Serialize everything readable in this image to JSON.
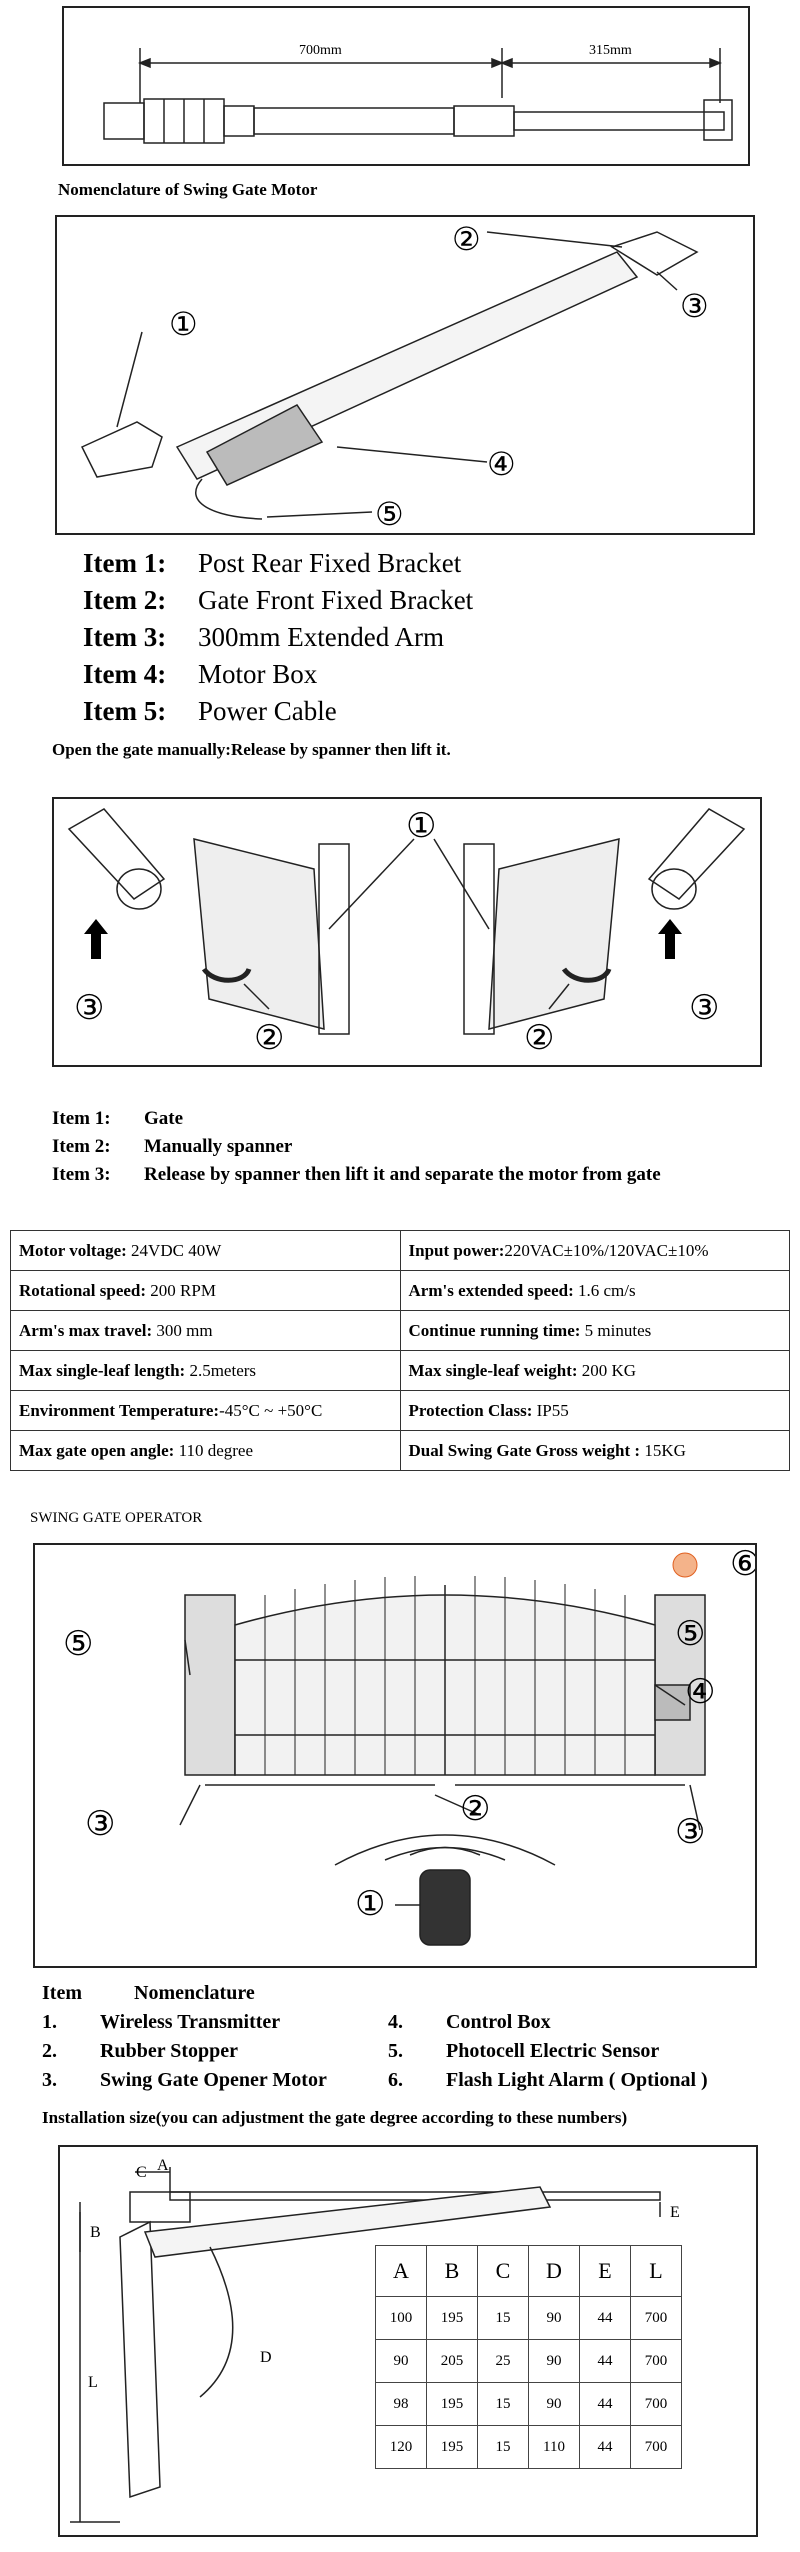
{
  "section1": {
    "dim_left": "700mm",
    "dim_right": "315mm",
    "caption": "Nomenclature of Swing Gate Motor"
  },
  "section2": {
    "callouts": [
      "①",
      "②",
      "③",
      "④",
      "⑤"
    ],
    "items": [
      {
        "key": "Item 1:",
        "value": "Post Rear Fixed Bracket"
      },
      {
        "key": "Item 2:",
        "value": "Gate Front Fixed Bracket"
      },
      {
        "key": "Item 3:",
        "value": "300mm Extended Arm"
      },
      {
        "key": "Item 4:",
        "value": "Motor Box"
      },
      {
        "key": "Item 5:",
        "value": "Power Cable"
      }
    ],
    "caption": "Open the gate manually:Release by spanner then lift it."
  },
  "section3": {
    "callouts": [
      "①",
      "②",
      "③"
    ],
    "items": [
      {
        "key": "Item 1:",
        "value": "Gate"
      },
      {
        "key": "Item 2:",
        "value": "Manually spanner"
      },
      {
        "key": "Item 3:",
        "value": "Release by spanner then lift it and separate the motor from gate"
      }
    ]
  },
  "specs": [
    [
      {
        "label": "Motor voltage:",
        "value": " 24VDC    40W"
      },
      {
        "label": "Input power:",
        "value": "220VAC±10%/120VAC±10%"
      }
    ],
    [
      {
        "label": "Rotational speed:",
        "value": " 200 RPM"
      },
      {
        "label": "Arm's extended speed:",
        "value": " 1.6 cm/s"
      }
    ],
    [
      {
        "label": "Arm's max travel:",
        "value": " 300 mm"
      },
      {
        "label": "Continue running time:",
        "value": " 5 minutes"
      }
    ],
    [
      {
        "label": "Max single-leaf length:",
        "value": "  2.5meters"
      },
      {
        "label": "Max single-leaf weight:",
        "value": " 200 KG"
      }
    ],
    [
      {
        "label": "Environment Temperature:",
        "value": "-45°C ~ +50°C"
      },
      {
        "label": "Protection Class:",
        "value": " IP55"
      }
    ],
    [
      {
        "label": "Max gate open angle:",
        "value": " 110 degree"
      },
      {
        "label": "Dual Swing Gate Gross weight :",
        "value": " 15KG"
      }
    ]
  ],
  "section4": {
    "caption": "SWING GATE OPERATOR",
    "callouts": [
      "①",
      "②",
      "③",
      "④",
      "⑤",
      "⑥"
    ],
    "nomenclature_header": {
      "item": "Item",
      "name": "Nomenclature"
    },
    "nomenclature": [
      {
        "n": "1.",
        "name": "Wireless Transmitter"
      },
      {
        "n": "2.",
        "name": "Rubber Stopper"
      },
      {
        "n": "3.",
        "name": "Swing Gate Opener Motor"
      },
      {
        "n": "4.",
        "name": "Control Box"
      },
      {
        "n": "5.",
        "name": "Photocell Electric Sensor"
      },
      {
        "n": "6.",
        "name": "Flash Light Alarm ( Optional )"
      }
    ]
  },
  "section5": {
    "caption": "Installation size(you can adjustment the gate degree according to these numbers)",
    "labels": {
      "A": "A",
      "B": "B",
      "C": "C",
      "D": "D",
      "E": "E",
      "L": "L"
    },
    "headers": [
      "A",
      "B",
      "C",
      "D",
      "E",
      "L"
    ],
    "rows": [
      [
        "100",
        "195",
        "15",
        "90",
        "44",
        "700"
      ],
      [
        "90",
        "205",
        "25",
        "90",
        "44",
        "700"
      ],
      [
        "98",
        "195",
        "15",
        "90",
        "44",
        "700"
      ],
      [
        "120",
        "195",
        "15",
        "110",
        "44",
        "700"
      ]
    ]
  }
}
